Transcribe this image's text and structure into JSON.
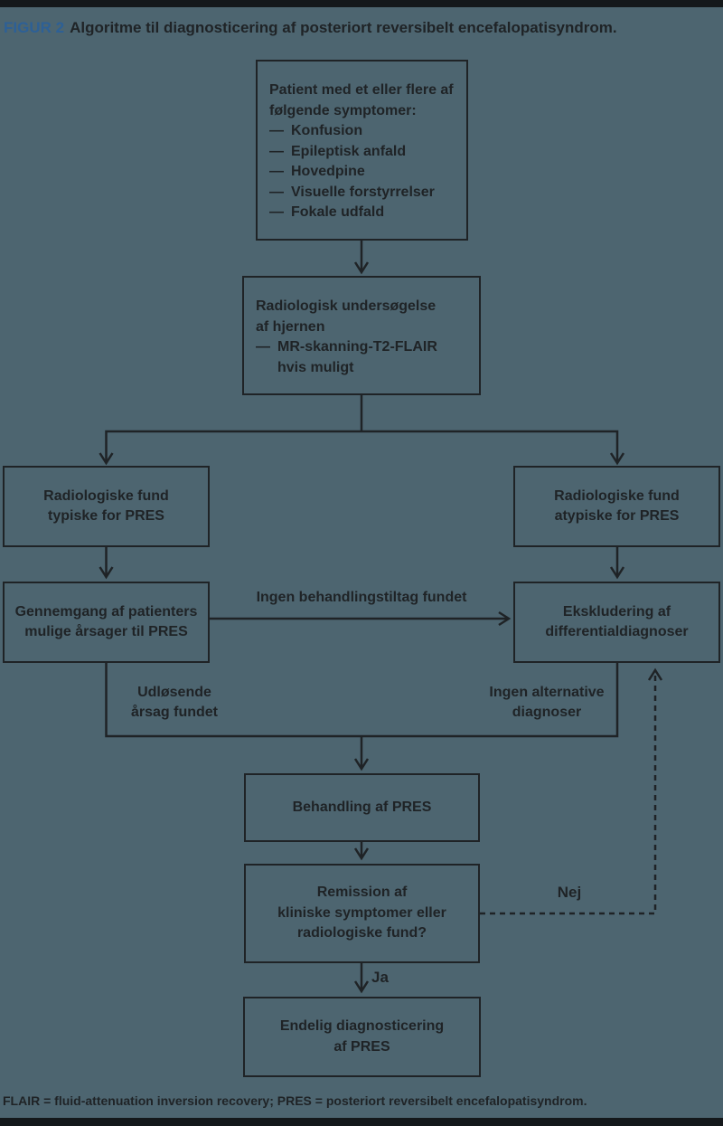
{
  "title": {
    "figure_label": "FIGUR 2",
    "text": "Algoritme til diagnosticering af posteriort reversibelt encefalopatisyndrom."
  },
  "dash": "—",
  "boxes": {
    "symptoms": {
      "intro_line1": "Patient med et eller flere af",
      "intro_line2": "følgende symptomer:",
      "items": [
        "Konfusion",
        "Epileptisk anfald",
        "Hovedpine",
        "Visuelle forstyrrelser",
        "Fokale udfald"
      ]
    },
    "radiology": {
      "line1": "Radiologisk undersøgelse",
      "line2": "af hjernen",
      "item_line1": "MR-skanning-T2-FLAIR",
      "item_line2": "hvis muligt"
    },
    "typical": {
      "line1": "Radiologiske fund",
      "line2": "typiske for PRES"
    },
    "atypical": {
      "line1": "Radiologiske fund",
      "line2": "atypiske for PRES"
    },
    "causes": {
      "line1": "Gennemgang af patienters",
      "line2": "mulige årsager til PRES"
    },
    "exclusion": {
      "line1": "Ekskludering af",
      "line2": "differentialdiagnoser"
    },
    "treatment": {
      "line1": "Behandling af PRES"
    },
    "remission": {
      "line1": "Remission af",
      "line2": "kliniske symptomer eller",
      "line3": "radiologiske fund?"
    },
    "final": {
      "line1": "Endelig diagnosticering",
      "line2": "af PRES"
    }
  },
  "edge_labels": {
    "no_treatment_found": "Ingen behandlingstiltag fundet",
    "trigger_line1": "Udløsende",
    "trigger_line2": "årsag fundet",
    "no_alternative_line1": "Ingen alternative",
    "no_alternative_line2": "diagnoser",
    "yes": "Ja",
    "no": "Nej"
  },
  "footer": "FLAIR = fluid-attenuation inversion recovery; PRES = posteriort reversibelt encefalopatisyndrom.",
  "colors": {
    "background": "#4d6570",
    "ink": "#1f2326",
    "accent_blue": "#2d6096"
  }
}
